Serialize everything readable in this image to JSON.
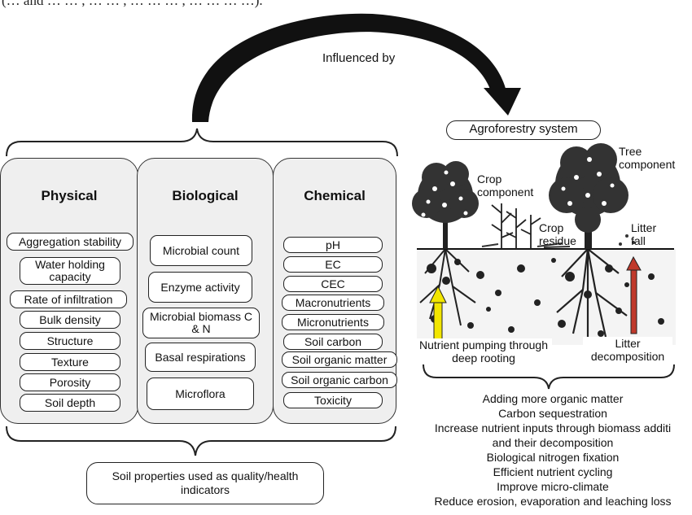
{
  "top_text": "(… and … … , … … , … … … , … … … …).",
  "arrow_label": "Influenced by",
  "agroforestry_title": "Agroforestry system",
  "panels": {
    "physical": {
      "title": "Physical",
      "items": [
        "Aggregation stability",
        "Water holding capacity",
        "Rate of infiltration",
        "Bulk density",
        "Structure",
        "Texture",
        "Porosity",
        "Soil depth"
      ]
    },
    "biological": {
      "title": "Biological",
      "items": [
        "Microbial count",
        "Enzyme activity",
        "Microbial biomass C & N",
        "Basal respirations",
        "Microflora"
      ]
    },
    "chemical": {
      "title": "Chemical",
      "items": [
        "pH",
        "EC",
        "CEC",
        "Macronutrients",
        "Micronutrients",
        "Soil carbon",
        "Soil organic matter",
        "Soil organic carbon",
        "Toxicity"
      ]
    }
  },
  "bottom_label": "Soil properties used as quality/health indicators",
  "illustration_labels": {
    "tree_component": "Tree component",
    "crop_component": "Crop component",
    "crop_residue": "Crop residue",
    "litter_fall": "Litter fall",
    "nutrient_pumping": "Nutrient pumping through deep rooting",
    "litter_decomposition": "Litter decomposition"
  },
  "benefits": [
    "Adding more organic matter",
    "Carbon sequestration",
    "Increase nutrient inputs through biomass additi",
    "and their decomposition",
    "Biological nitrogen fixation",
    "Efficient nutrient cycling",
    "Improve micro-climate",
    "Reduce erosion, evaporation and leaching loss"
  ],
  "colors": {
    "panel_fill": "#efefef",
    "upward_arrow": "#f2e600",
    "litter_arrow": "#c0392b",
    "ink": "#111111"
  }
}
